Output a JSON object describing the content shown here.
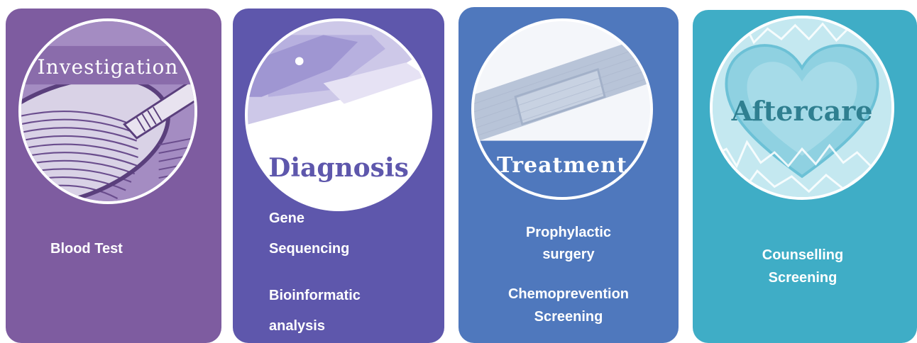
{
  "stages": [
    {
      "title": "Investigation",
      "items": [
        "Blood Test"
      ],
      "color": "#7e5ca0",
      "art_icon": "magnifying-glass-icon"
    },
    {
      "title": "Diagnosis",
      "items": [
        "Gene",
        "Sequencing",
        "Bioinformatic",
        "analysis"
      ],
      "color": "#5e57ac",
      "art_icon": "test-tube-icon"
    },
    {
      "title": "Treatment",
      "items": [
        "Prophylactic",
        "surgery",
        "Chemoprevention",
        "Screening"
      ],
      "color": "#4f78bd",
      "art_icon": "bandage-icon"
    },
    {
      "title": "Aftercare",
      "items": [
        "Counselling",
        "Screening"
      ],
      "color": "#3fadc6",
      "art_icon": "heart-icon"
    }
  ]
}
